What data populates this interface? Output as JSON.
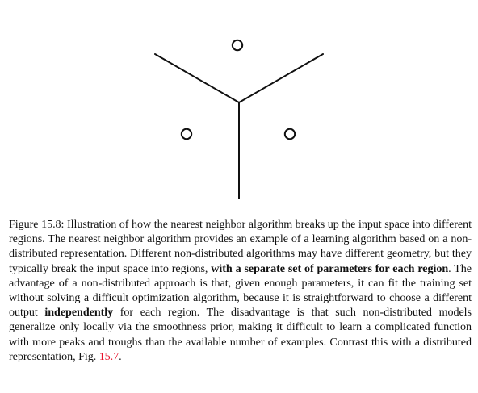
{
  "figure": {
    "description_points": 3,
    "line_color": "#111111",
    "point_fill": "#ffffff"
  },
  "caption": {
    "label": "Figure 15.8:",
    "seg1": " Illustration of how the nearest neighbor algorithm breaks up the input space into different regions. The nearest neighbor algorithm provides an example of a learning algorithm based on a non-distributed representation. Different non-distributed algorithms may have different geometry, but they typically break the input space into regions, ",
    "bold1": "with a separate set of parameters for each region",
    "seg2": ". The advantage of a non-distributed approach is that, given enough parameters, it can fit the training set without solving a difficult optimization algorithm, because it is straightforward to choose a different output ",
    "bold2": "independently",
    "seg3": " for each region. The disadvantage is that such non-distributed models generalize only locally via the smoothness prior, making it difficult to learn a complicated function with more peaks and troughs than the available number of examples. Contrast this with a distributed representation, Fig. ",
    "fig_ref": "15.7",
    "end": ".",
    "ref_color": "#e8102a"
  }
}
